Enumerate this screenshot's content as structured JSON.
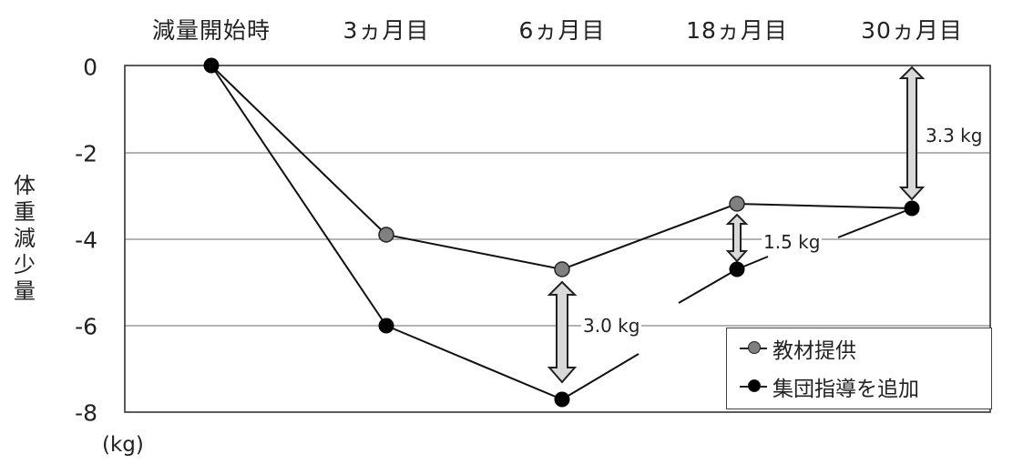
{
  "chart_data": {
    "type": "line",
    "title": "",
    "xlabel": "",
    "ylabel": "体重減少量",
    "yunit": "(kg)",
    "categories": [
      "減量開始時",
      "3ヵ月目",
      "6ヵ月目",
      "18ヵ月目",
      "30ヵ月目"
    ],
    "y_ticks": [
      "0",
      "-2",
      "-4",
      "-6",
      "-8"
    ],
    "ylim": [
      -8,
      0
    ],
    "grid": true,
    "legend_position": "lower right",
    "series": [
      {
        "name": "教材提供",
        "values": [
          0,
          -3.9,
          -4.7,
          -3.2,
          -3.3
        ],
        "marker_color": "#808080"
      },
      {
        "name": "集団指導を追加",
        "values": [
          0,
          -6.0,
          -7.7,
          -4.7,
          -3.3
        ],
        "marker_color": "#000000"
      }
    ],
    "annotations": [
      {
        "label": "3.0 kg",
        "category": "6ヵ月目"
      },
      {
        "label": "1.5 kg",
        "category": "18ヵ月目"
      },
      {
        "label": "3.3 kg",
        "category": "30ヵ月目"
      }
    ]
  },
  "axis": {
    "categories": [
      "減量開始時",
      "3ヵ月目",
      "6ヵ月目",
      "18ヵ月目",
      "30ヵ月目"
    ],
    "y_ticks": [
      "0",
      "-2",
      "-4",
      "-6",
      "-8"
    ],
    "ylabel": "体重減少量",
    "unit": "(kg)"
  },
  "annotations": {
    "d6": "3.0 kg",
    "d18": "1.5 kg",
    "d30": "3.3 kg"
  },
  "legend": {
    "s1": "教材提供",
    "s2": "集団指導を追加"
  }
}
